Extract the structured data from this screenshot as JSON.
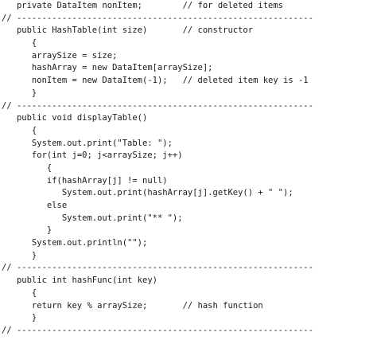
{
  "code_lines": [
    "   private DataItem nonItem;        // for deleted items",
    "// -----------------------------------------------------------",
    "   public HashTable(int size)       // constructor",
    "      {",
    "      arraySize = size;",
    "      hashArray = new DataItem[arraySize];",
    "      nonItem = new DataItem(-1);   // deleted item key is -1",
    "      }",
    "// -----------------------------------------------------------",
    "   public void displayTable()",
    "      {",
    "      System.out.print(\"Table: \");",
    "      for(int j=0; j<arraySize; j++)",
    "         {",
    "         if(hashArray[j] != null)",
    "            System.out.print(hashArray[j].getKey() + \" \");",
    "         else",
    "            System.out.print(\"** \");",
    "         }",
    "      System.out.println(\"\");",
    "      }",
    "// -----------------------------------------------------------",
    "   public int hashFunc(int key)",
    "      {",
    "      return key % arraySize;       // hash function",
    "      }",
    "// -----------------------------------------------------------"
  ]
}
